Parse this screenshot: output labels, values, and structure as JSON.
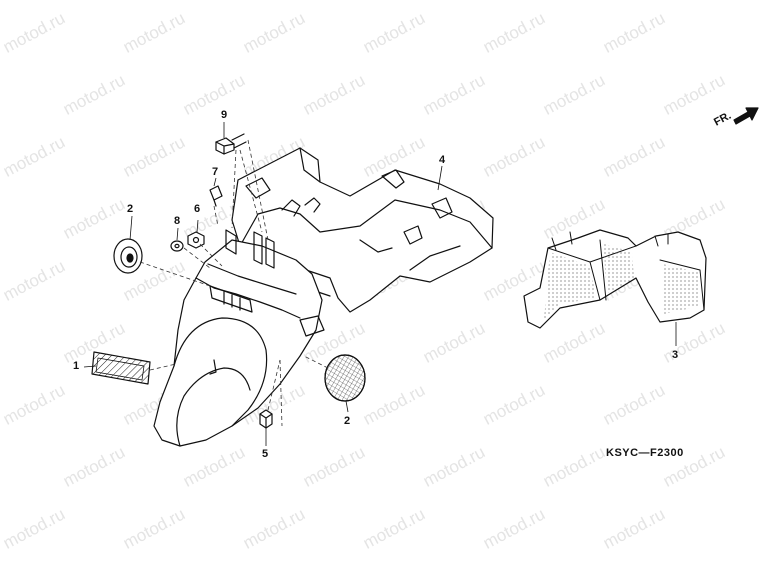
{
  "watermark": "motod.ru",
  "callouts": {
    "c1": "1",
    "c2a": "2",
    "c2b": "2",
    "c3": "3",
    "c4": "4",
    "c5": "5",
    "c6": "6",
    "c7": "7",
    "c8": "8",
    "c9": "9"
  },
  "direction_label": "FR.",
  "diagram_code": "KSYC—F2300",
  "colors": {
    "ink": "#111111",
    "watermark": "#e4e4e4",
    "dash": "#333333"
  }
}
